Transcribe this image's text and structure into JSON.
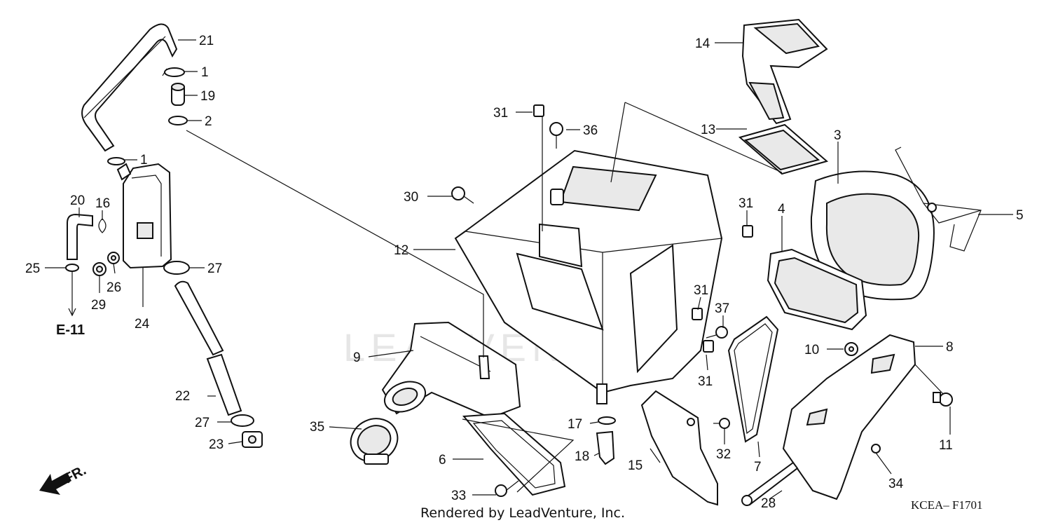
{
  "diagram": {
    "watermark": "LEADVENTURE",
    "credit": "Rendered by LeadVenture, Inc.",
    "figure_code": "KCEA– F1701",
    "front_marker": "FR.",
    "reference": "E-11"
  },
  "parts": {
    "p1a": "1",
    "p1b": "1",
    "p2": "2",
    "p3": "3",
    "p4": "4",
    "p5": "5",
    "p6": "6",
    "p7": "7",
    "p8": "8",
    "p9": "9",
    "p10": "10",
    "p11": "11",
    "p12": "12",
    "p13": "13",
    "p14": "14",
    "p15": "15",
    "p16": "16",
    "p17": "17",
    "p18": "18",
    "p19": "19",
    "p20": "20",
    "p21": "21",
    "p22": "22",
    "p23": "23",
    "p24": "24",
    "p25": "25",
    "p26": "26",
    "p27a": "27",
    "p27b": "27",
    "p28": "28",
    "p29": "29",
    "p30": "30",
    "p31a": "31",
    "p31b": "31",
    "p31c": "31",
    "p31d": "31",
    "p32": "32",
    "p33": "33",
    "p34": "34",
    "p35": "35",
    "p36": "36",
    "p37": "37"
  }
}
